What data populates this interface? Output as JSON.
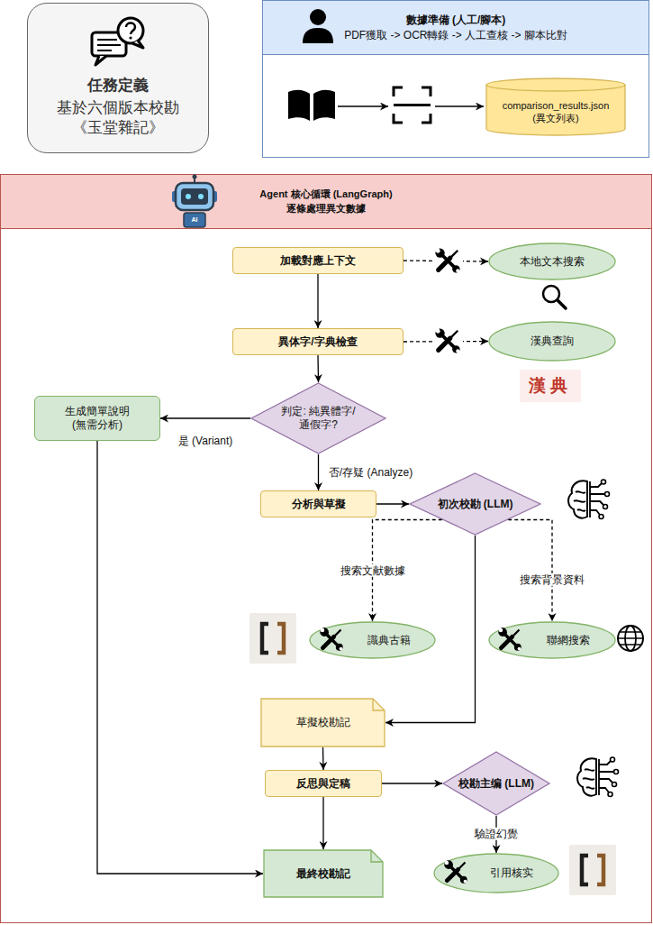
{
  "diagram": {
    "nodes": [
      {
        "text": [
          "任務定義",
          "基於六個版本校勘 《玉堂雜記》"
        ]
      },
      {
        "text": [
          "數據準備 (人工/腳本)",
          "PDF獲取 -> OCR轉錄 -> 人工查核 -> 腳本比對"
        ]
      },
      {
        "text": [
          "comparison_results.json (異文列表)"
        ],
        "in": 1
      },
      {
        "text": [
          "Agent 核心循環 (LangGraph)",
          "逐條處理異文數據"
        ]
      },
      {
        "text": [
          "加載對應上下文"
        ],
        "in": 3
      },
      {
        "text": [
          "本地文本搜索"
        ],
        "in": 3
      },
      {
        "text": [
          "異体字/字典檢查"
        ],
        "in": 3
      },
      {
        "text": [
          "漢典查詢"
        ],
        "in": 3
      },
      {
        "text": [
          "判定: 純異體字/通假字?"
        ],
        "in": 3
      },
      {
        "text": [
          "生成簡單說明 (無需分析)"
        ],
        "in": 3
      },
      {
        "text": [
          "分析與草擬"
        ],
        "in": 3
      },
      {
        "text": [
          "初次校勘 (LLM)"
        ],
        "in": 3
      },
      {
        "text": [
          "識典古籍"
        ],
        "in": 3
      },
      {
        "text": [
          "聯網搜索"
        ],
        "in": 3
      },
      {
        "text": [
          "草擬校勘記"
        ],
        "in": 3
      },
      {
        "text": [
          "反思與定稿"
        ],
        "in": 3
      },
      {
        "text": [
          "校勘主编 (LLM)"
        ],
        "in": 3
      },
      {
        "text": [
          "引用核实"
        ],
        "in": 3
      },
      {
        "text": [
          "最終校勘記"
        ],
        "in": 3
      }
    ],
    "edges": [
      {
        "from": 4,
        "to": 6,
        "arrow": "to"
      },
      {
        "from": 4,
        "to": 5,
        "arrow": "to"
      },
      {
        "from": 6,
        "to": 7,
        "arrow": "to"
      },
      {
        "from": 6,
        "to": 8,
        "arrow": "to"
      },
      {
        "from": 8,
        "to": 9,
        "label": "是 (Variant)",
        "arrow": "to"
      },
      {
        "from": 8,
        "to": 10,
        "label": "否/存疑 (Analyze)",
        "arrow": "to"
      },
      {
        "from": 10,
        "to": 11,
        "arrow": "to"
      },
      {
        "from": 11,
        "to": 12,
        "label": "搜索文献數據",
        "arrow": "to"
      },
      {
        "from": 11,
        "to": 13,
        "label": "搜索背景資料",
        "arrow": "to"
      },
      {
        "from": 11,
        "to": 14,
        "arrow": "to"
      },
      {
        "from": 14,
        "to": 15,
        "arrow": "to"
      },
      {
        "from": 15,
        "to": 16,
        "arrow": "to"
      },
      {
        "from": 16,
        "to": 17,
        "label": "驗證幻覺",
        "arrow": "to"
      },
      {
        "from": 15,
        "to": 18,
        "arrow": "to"
      },
      {
        "from": 9,
        "to": 18,
        "arrow": "to"
      }
    ],
    "labels": [
      "漢典",
      "AI"
    ]
  }
}
